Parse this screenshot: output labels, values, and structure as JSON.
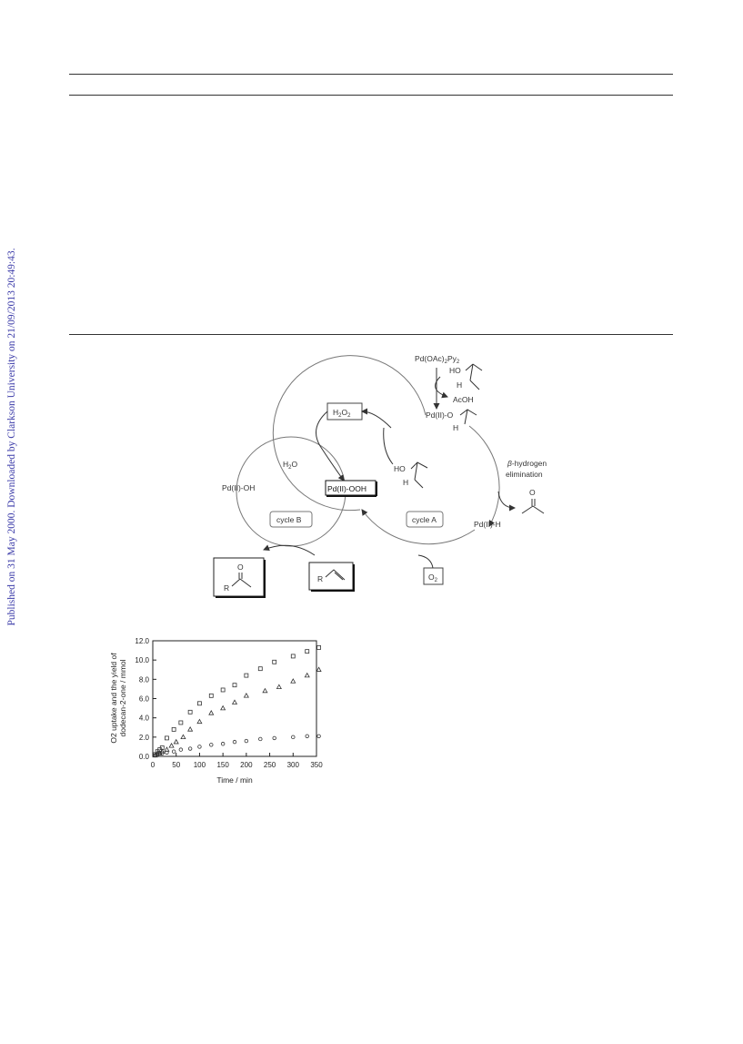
{
  "sidebar_note": "Published on 31 May 2000. Downloaded by Clarkson University on 21/09/2013 20:49:43.",
  "scheme": {
    "reagent_top": "Pd(OAc)",
    "reagent_sub1": "2",
    "reagent_py": "Py",
    "reagent_sub2": "2",
    "ho_top": "HO",
    "h_top": "H",
    "acoh": "AcOH",
    "pd_alkoxide": "Pd(II)-O",
    "h_alkoxide": "H",
    "h2o2_main": "H",
    "h2o2_sub1": "2",
    "h2o2_o": "O",
    "h2o2_sub2": "2",
    "h2o_main": "H",
    "h2o_sub": "2",
    "h2o_o": "O",
    "pd_ooh": "Pd(II)-OOH",
    "pd_oh": "Pd(II)-OH",
    "ho_mid": "HO",
    "h_mid": "H",
    "beta_label": "-hydrogen",
    "beta_symbol": "β",
    "elimination": "elimination",
    "ketone_o": "O",
    "pd_h": "Pd(II)-H",
    "cycle_a": "cycle A",
    "cycle_b": "cycle B",
    "o2_main": "O",
    "o2_sub": "2",
    "product_o": "O",
    "product_r": "R",
    "alkene_r": "R"
  },
  "chart_data": {
    "type": "scatter",
    "xlabel": "Time / min",
    "ylabel_line1": "O2 uptake and the yield of",
    "ylabel_line2": "dodecan-2-one / mmol",
    "xlim": [
      0,
      350
    ],
    "ylim": [
      0,
      12
    ],
    "xticks": [
      0,
      50,
      100,
      150,
      200,
      250,
      300,
      350
    ],
    "yticks": [
      "0.0",
      "2.0",
      "4.0",
      "6.0",
      "8.0",
      "10.0",
      "12.0"
    ],
    "series": [
      {
        "marker": "square",
        "x": [
          5,
          10,
          15,
          20,
          30,
          45,
          60,
          80,
          100,
          125,
          150,
          175,
          200,
          230,
          260,
          300,
          330,
          355
        ],
        "y": [
          0.2,
          0.5,
          0.7,
          0.9,
          1.9,
          2.8,
          3.5,
          4.6,
          5.5,
          6.3,
          6.9,
          7.4,
          8.4,
          9.1,
          9.8,
          10.4,
          10.9,
          11.3
        ]
      },
      {
        "marker": "triangle",
        "x": [
          5,
          10,
          15,
          20,
          30,
          40,
          50,
          65,
          80,
          100,
          125,
          150,
          175,
          200,
          240,
          270,
          300,
          330,
          355
        ],
        "y": [
          0.1,
          0.3,
          0.3,
          0.5,
          0.7,
          1.1,
          1.5,
          2.0,
          2.8,
          3.6,
          4.5,
          5.0,
          5.6,
          6.3,
          6.8,
          7.2,
          7.8,
          8.4,
          9.0
        ]
      },
      {
        "marker": "circle",
        "x": [
          5,
          10,
          15,
          20,
          30,
          45,
          60,
          80,
          100,
          125,
          150,
          175,
          200,
          230,
          260,
          300,
          330,
          355
        ],
        "y": [
          0.1,
          0.2,
          0.3,
          0.3,
          0.4,
          0.5,
          0.7,
          0.8,
          1.0,
          1.2,
          1.3,
          1.5,
          1.6,
          1.8,
          1.9,
          2.0,
          2.1,
          2.1
        ]
      }
    ]
  }
}
